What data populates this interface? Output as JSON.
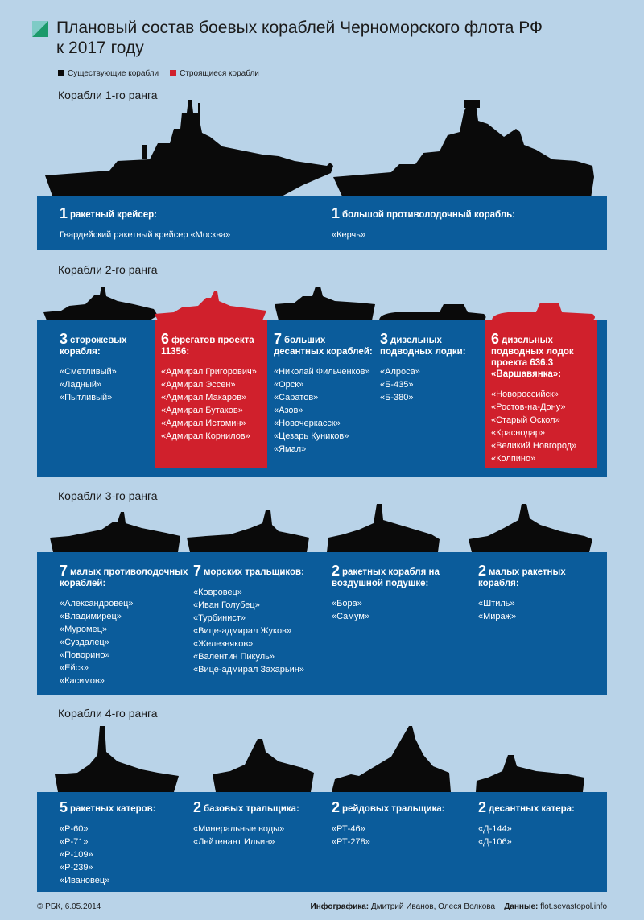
{
  "header": {
    "title_line1": "Плановый состав боевых кораблей Черноморского флота РФ",
    "title_line2": "к 2017 году"
  },
  "legend": {
    "existing": "Существующие корабли",
    "building": "Строящиеся корабли",
    "existing_color": "#0a0a0a",
    "building_color": "#d0202c"
  },
  "colors": {
    "band": "#0b5c9b",
    "red": "#d0202c",
    "background": "#b9d3e8"
  },
  "sections": [
    {
      "title": "Корабли 1-го ранга",
      "columns": [
        {
          "num": "1",
          "label": "ракетный крейсер:",
          "red": false,
          "items": [
            "Гвардейский ракетный крейсер «Москва»"
          ]
        },
        {
          "num": "1",
          "label": "большой противолодочный корабль:",
          "red": false,
          "items": [
            "«Керчь»"
          ]
        }
      ]
    },
    {
      "title": "Корабли 2-го ранга",
      "columns": [
        {
          "num": "3",
          "label": "сторожевых корабля:",
          "red": false,
          "items": [
            "«Сметливый»",
            "«Ладный»",
            "«Пытливый»"
          ]
        },
        {
          "num": "6",
          "label": "фрегатов проекта 11356:",
          "red": true,
          "items": [
            "«Адмирал Григорович»",
            "«Адмирал Эссен»",
            "«Адмирал Макаров»",
            "«Адмирал Бутаков»",
            "«Адмирал Истомин»",
            "«Адмирал Корнилов»"
          ]
        },
        {
          "num": "7",
          "label": "больших десантных кораблей:",
          "red": false,
          "items": [
            "«Николай Фильченков»",
            "«Орск»",
            "«Саратов»",
            "«Азов»",
            "«Новочеркасск»",
            "«Цезарь Куников»",
            "«Ямал»"
          ]
        },
        {
          "num": "3",
          "label": "дизельных подводных лодки:",
          "red": false,
          "items": [
            "«Алроса»",
            "«Б-435»",
            "«Б-380»"
          ]
        },
        {
          "num": "6",
          "label": "дизельных подводных лодок проекта 636.3 «Варшавянка»:",
          "red": true,
          "items": [
            "«Новороссийск»",
            "«Ростов-на-Дону»",
            "«Старый Оскол»",
            "«Краснодар»",
            "«Великий Новгород»",
            "«Колпино»"
          ]
        }
      ]
    },
    {
      "title": "Корабли 3-го ранга",
      "columns": [
        {
          "num": "7",
          "label": "малых противолодочных кораблей:",
          "red": false,
          "items": [
            "«Александровец»",
            "«Владимирец»",
            "«Муромец»",
            "«Суздалец»",
            "«Поворино»",
            "«Ейск»",
            "«Касимов»"
          ]
        },
        {
          "num": "7",
          "label": "морских тральщиков:",
          "red": false,
          "items": [
            "«Ковровец»",
            "«Иван Голубец»",
            "«Турбинист»",
            "«Вице-адмирал Жуков»",
            "«Железняков»",
            "«Валентин Пикуль»",
            "«Вице-адмирал Захарьин»"
          ]
        },
        {
          "num": "2",
          "label": "ракетных корабля на воздушной подушке:",
          "red": false,
          "items": [
            "«Бора»",
            "«Самум»"
          ]
        },
        {
          "num": "2",
          "label": "малых ракетных корабля:",
          "red": false,
          "items": [
            "«Штиль»",
            "«Мираж»"
          ]
        }
      ]
    },
    {
      "title": "Корабли 4-го ранга",
      "columns": [
        {
          "num": "5",
          "label": "ракетных катеров:",
          "red": false,
          "items": [
            "«Р-60»",
            "«Р-71»",
            "«Р-109»",
            "«Р-239»",
            "«Ивановец»"
          ]
        },
        {
          "num": "2",
          "label": "базовых тральщика:",
          "red": false,
          "items": [
            "«Минеральные воды»",
            "«Лейтенант Ильин»"
          ]
        },
        {
          "num": "2",
          "label": "рейдовых тральщика:",
          "red": false,
          "items": [
            "«РТ-46»",
            "«РТ-278»"
          ]
        },
        {
          "num": "2",
          "label": "десантных катера:",
          "red": false,
          "items": [
            "«Д-144»",
            "«Д-106»"
          ]
        }
      ]
    }
  ],
  "footer": {
    "copyright": "© РБК, 6.05.2014",
    "infographic_label": "Инфографика:",
    "infographic_authors": "Дмитрий Иванов, Олеся Волкова",
    "data_label": "Данные:",
    "data_source": "flot.sevastopol.info"
  }
}
